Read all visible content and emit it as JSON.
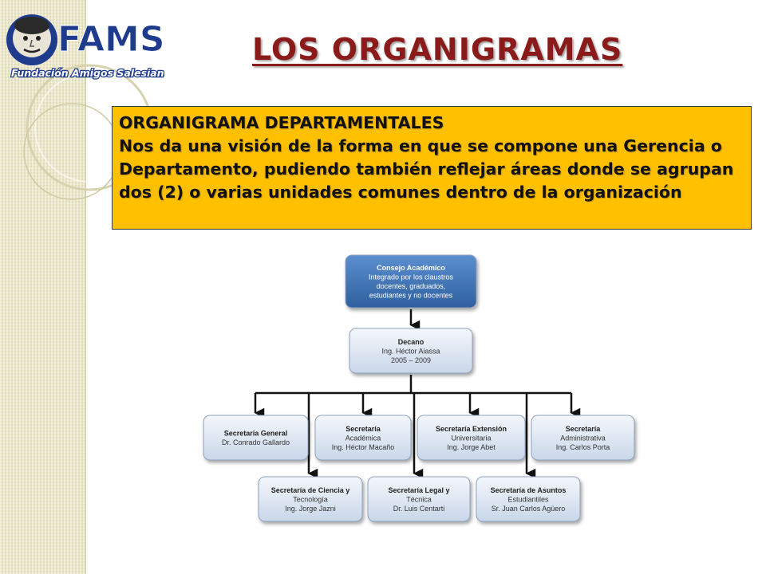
{
  "logo": {
    "brand": "FAMS",
    "tagline": "Fundación Amigos Salesianos"
  },
  "slide": {
    "title": "LOS ORGANIGRAMAS",
    "info_box": {
      "heading": "ORGANIGRAMA DEPARTAMENTALES",
      "body": "Nos da una visión de la forma en que se compone una Gerencia o Departamento, pudiendo también reflejar áreas donde se agrupan dos (2) o varias unidades comunes dentro de la organización"
    }
  },
  "colors": {
    "title": "#8b1a1a",
    "info_box_bg": "#ffc000",
    "top_node": "#3f74b4",
    "node_light": "#dfe8f4",
    "connector": "#111111"
  },
  "org_chart": {
    "nodes": [
      {
        "id": "consejo",
        "lines": [
          "Consejo Académico",
          "Integrado por los claustros",
          "docentes, graduados,",
          "estudiantes y no docentes"
        ]
      },
      {
        "id": "decano",
        "lines": [
          "Decano",
          "Ing. Héctor Aiassa",
          "2005 – 2009"
        ]
      },
      {
        "id": "sec-general",
        "lines": [
          "Secretaría General",
          "Dr. Conrado Gallardo"
        ]
      },
      {
        "id": "sec-academica",
        "lines": [
          "Secretaría",
          "Académica",
          "Ing. Héctor Macaño"
        ]
      },
      {
        "id": "sec-extension",
        "lines": [
          "Secretaría Extensión",
          "Universitaria",
          "Ing. Jorge Abet"
        ]
      },
      {
        "id": "sec-administrativa",
        "lines": [
          "Secretaría",
          "Administrativa",
          "Ing. Carlos Porta"
        ]
      },
      {
        "id": "sec-ciencia",
        "lines": [
          "Secretaría de Ciencia y",
          "Tecnología",
          "Ing. Jorge Jazni"
        ]
      },
      {
        "id": "sec-legal",
        "lines": [
          "Secretaría Legal y",
          "Técnica",
          "Dr. Luis Centarti"
        ]
      },
      {
        "id": "sec-asuntos",
        "lines": [
          "Secretaría de Asuntos",
          "Estudiantiles",
          "Sr. Juan Carlos Agüero"
        ]
      }
    ]
  }
}
